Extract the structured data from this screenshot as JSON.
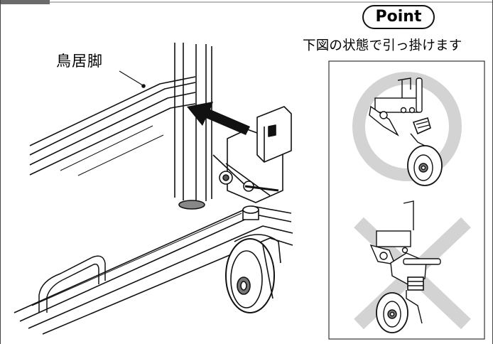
{
  "leg_label": "鳥居脚",
  "point_badge": "Point",
  "instruction": "下図の状態で引っ掛けます",
  "indicators": {
    "correct_symbol": "circle",
    "incorrect_symbol": "cross",
    "symbol_color": "#d3d3d3",
    "header_bar_color": "#6b6b6b"
  }
}
